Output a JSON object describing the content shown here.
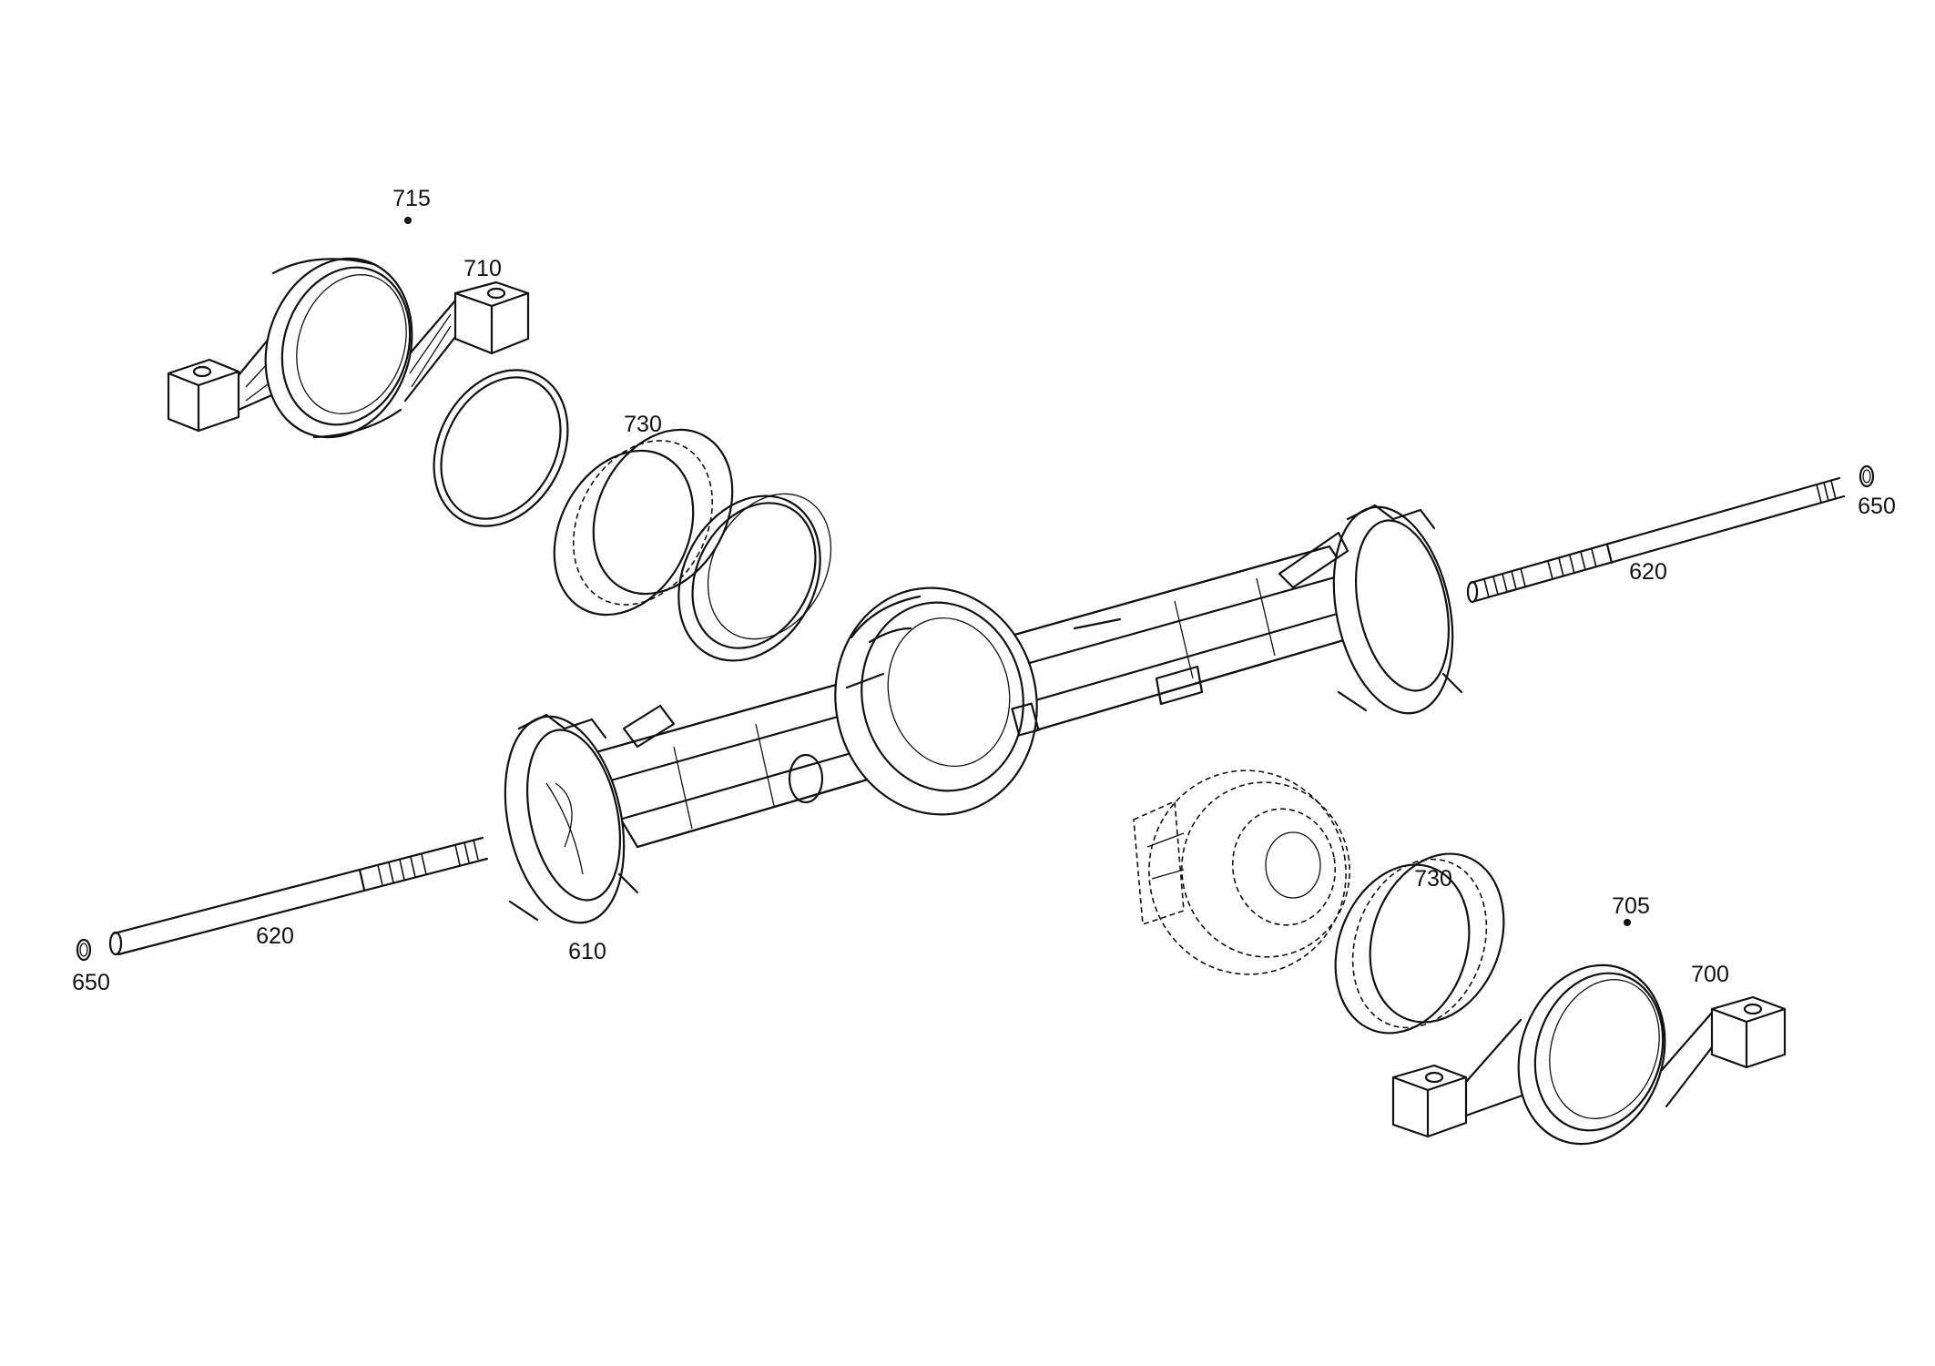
{
  "callouts": {
    "c715": "715",
    "c710": "710",
    "c730_top": "730",
    "c650_right": "650",
    "c620_right": "620",
    "c620_left": "620",
    "c650_left": "650",
    "c610": "610",
    "c730_bottom": "730",
    "c705": "705",
    "c700": "700"
  }
}
